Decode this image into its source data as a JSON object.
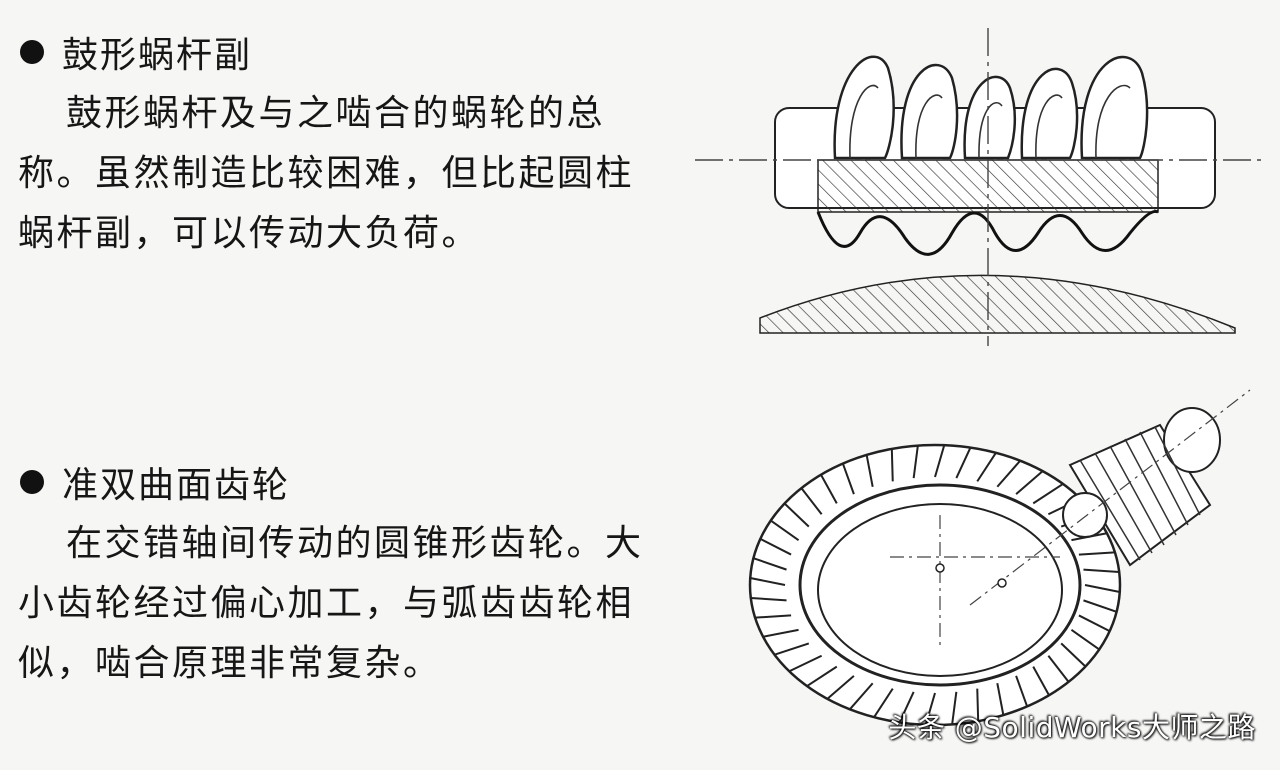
{
  "sections": [
    {
      "heading": "鼓形蜗杆副",
      "body": "鼓形蜗杆及与之啮合的蜗轮的总称。虽然制造比较困难，但比起圆柱蜗杆副，可以传动大负荷。"
    },
    {
      "heading": "准双曲面齿轮",
      "body": "在交错轴间传动的圆锥形齿轮。大小齿轮经过偏心加工，与弧齿齿轮相似，啮合原理非常复杂。"
    }
  ],
  "watermark": "头条 @SolidWorks大师之路",
  "colors": {
    "background": "#f6f6f4",
    "ink": "#161616"
  }
}
